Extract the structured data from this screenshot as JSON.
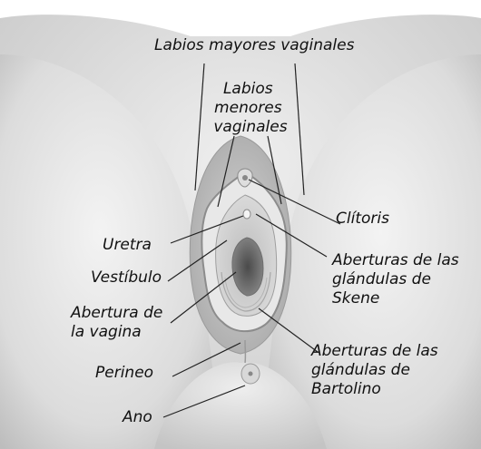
{
  "labels": {
    "labia_majora": "Labios mayores vaginales",
    "labia_minora": [
      "Labios",
      "menores",
      "vaginales"
    ],
    "clitoris": "Clítoris",
    "urethra": "Uretra",
    "skene": [
      "Aberturas de las",
      "glándulas de",
      "Skene"
    ],
    "vestibule": "Vestíbulo",
    "vaginal_opening": [
      "Abertura de",
      "la vagina"
    ],
    "bartholin": [
      "Aberturas de las",
      "glándulas de",
      "Bartolino"
    ],
    "perineum": "Perineo",
    "anus": "Ano"
  },
  "colors": {
    "background": "#ffffff",
    "skin_light": "#ececec",
    "skin_mid": "#cfcfcf",
    "skin_dark": "#9a9a9a",
    "inner_tissue": "#b8b8b8",
    "opening": "#5a5a5a",
    "text": "#111111"
  }
}
